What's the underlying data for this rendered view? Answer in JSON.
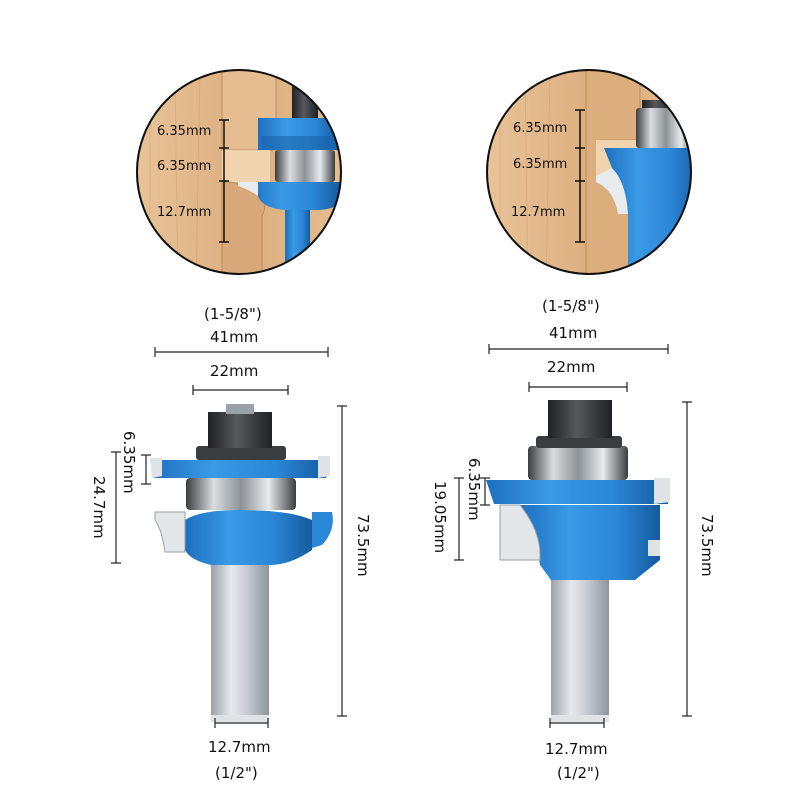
{
  "colors": {
    "blue": "#2a86d6",
    "blue_dark": "#17599c",
    "steel": "#c9ced4",
    "steel_dark": "#8e959c",
    "nut": "#2f3235",
    "wood": "#e2b88c",
    "wood_light": "#efcfa8",
    "line": "#222222"
  },
  "left_bit": {
    "inset_labels": [
      "6.35mm",
      "6.35mm",
      "12.7mm"
    ],
    "diameter_inch": "(1-5/8\")",
    "diameter_mm": "41mm",
    "bearing_mm": "22mm",
    "small_height": "6.35mm",
    "cut_height": "24.7mm",
    "total_length": "73.5mm",
    "shank_mm": "12.7mm",
    "shank_inch": "(1/2\")"
  },
  "right_bit": {
    "inset_labels": [
      "6.35mm",
      "6.35mm",
      "12.7mm"
    ],
    "diameter_inch": "(1-5/8\")",
    "diameter_mm": "41mm",
    "bearing_mm": "22mm",
    "small_height": "6.35mm",
    "cut_height": "19.05mm",
    "total_length": "73.5mm",
    "shank_mm": "12.7mm",
    "shank_inch": "(1/2\")"
  }
}
